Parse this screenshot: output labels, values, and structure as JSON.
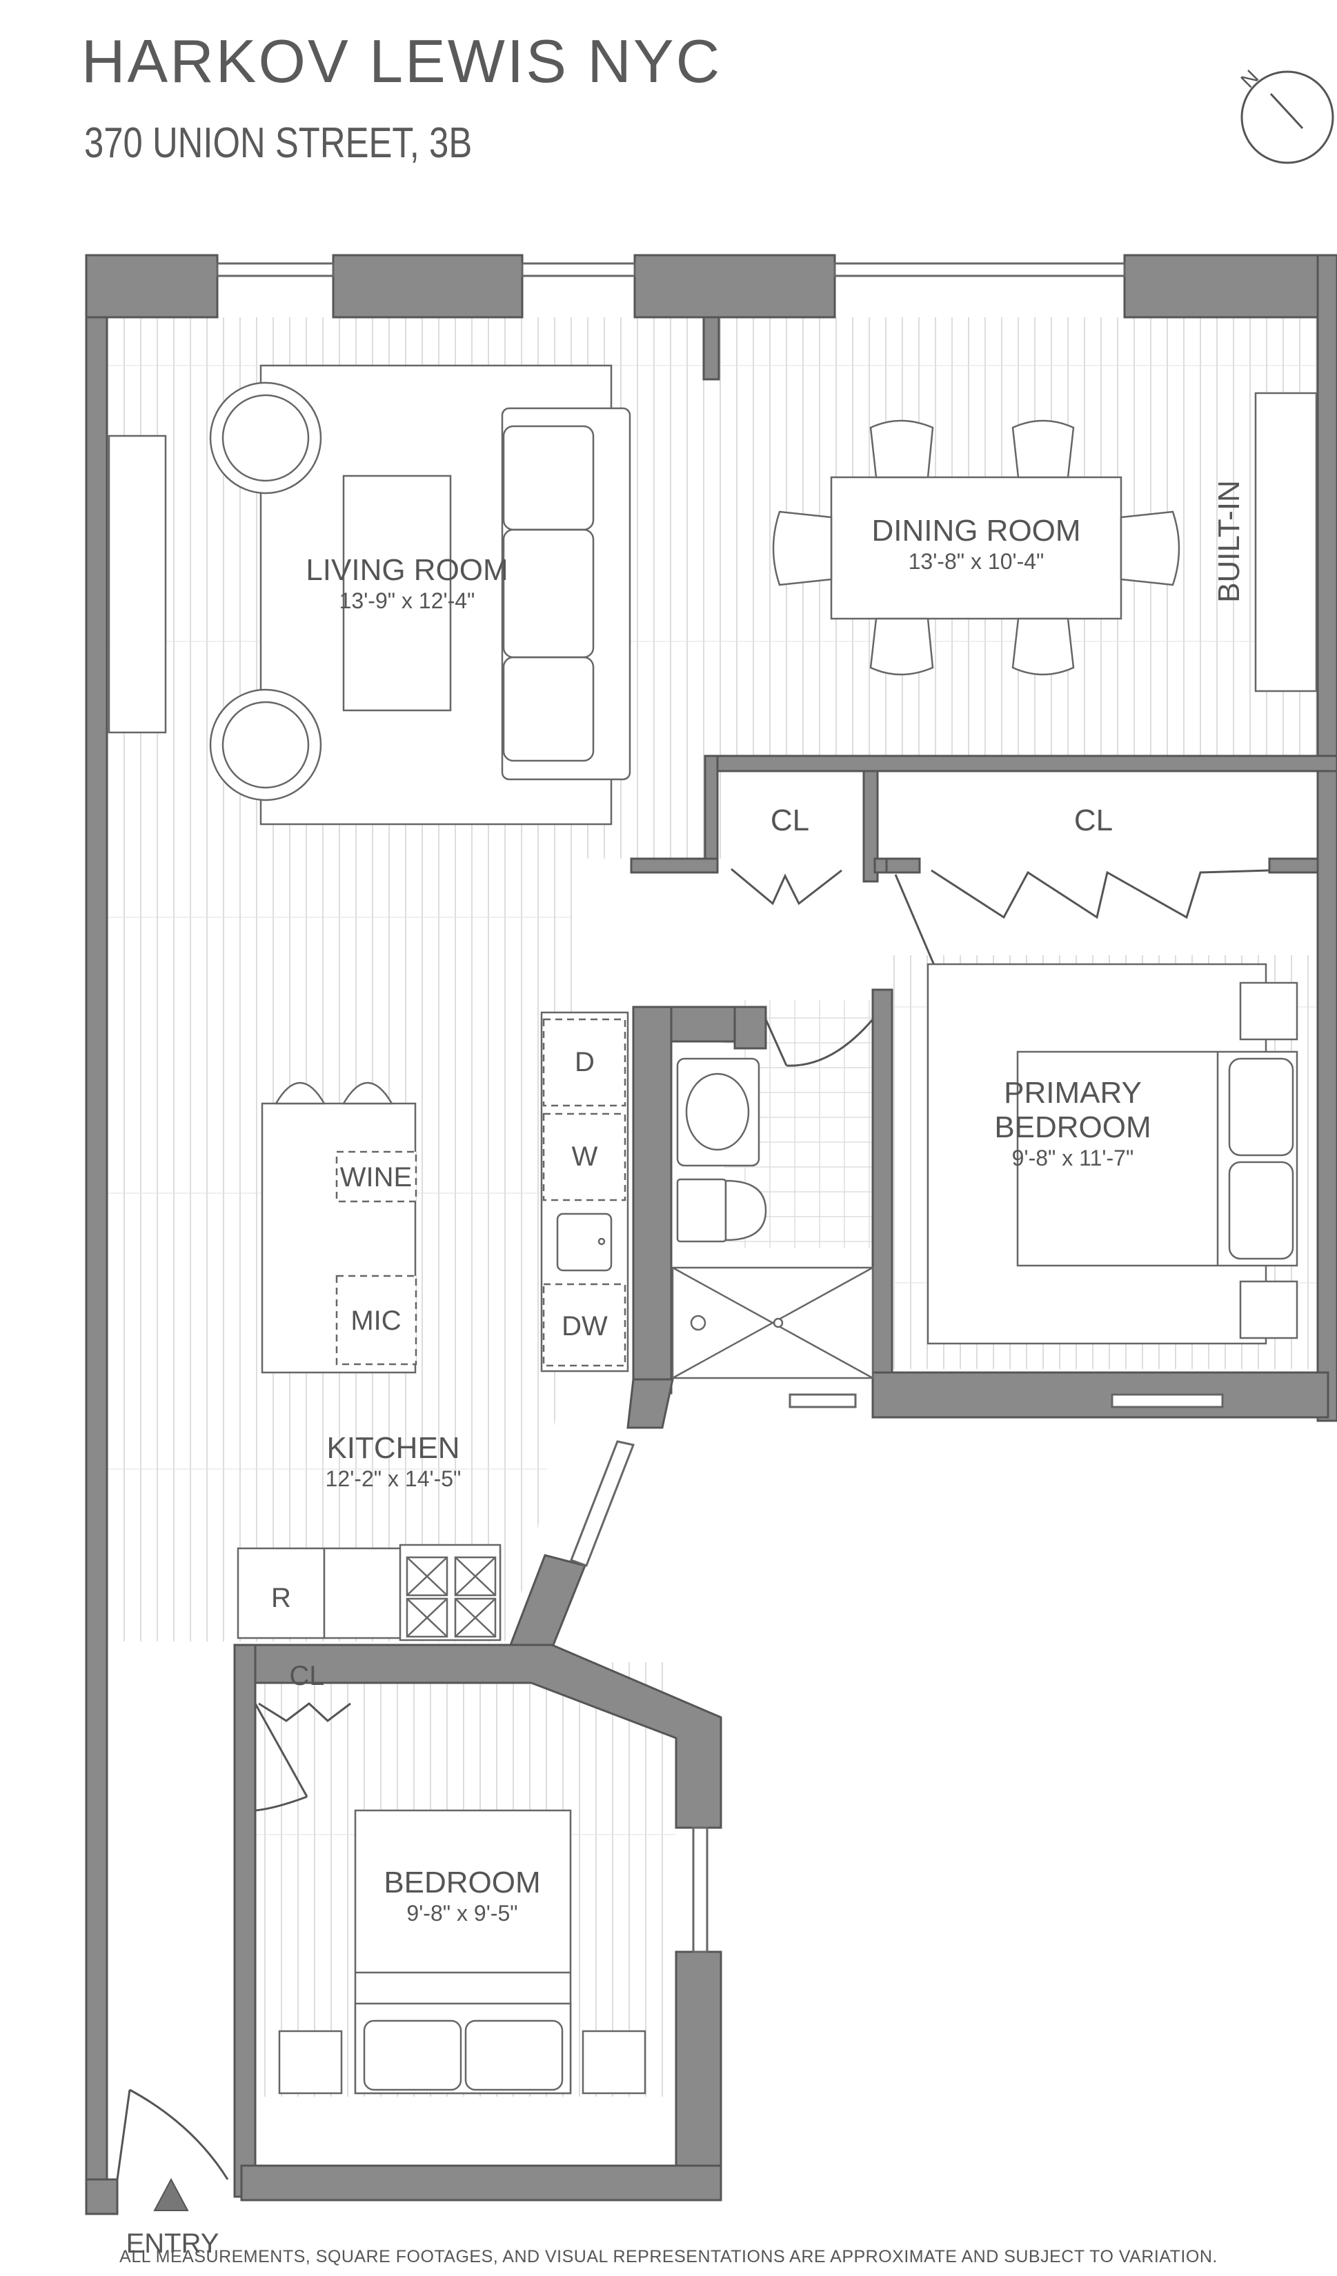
{
  "header": {
    "brand": "HARKOV LEWIS  NYC",
    "address": "370 UNION STREET, 3B",
    "compass_label": "N"
  },
  "rooms": {
    "living": {
      "name": "LIVING ROOM",
      "dims": "13'-9\" x 12'-4\""
    },
    "dining": {
      "name": "DINING ROOM",
      "dims": "13'-8\" x 10'-4\""
    },
    "primary": {
      "name_line1": "PRIMARY",
      "name_line2": "BEDROOM",
      "dims": "9'-8\" x 11'-7\""
    },
    "kitchen": {
      "name": "KITCHEN",
      "dims": "12'-2\" x 14'-5\""
    },
    "bedroom": {
      "name": "BEDROOM",
      "dims": "9'-8\" x 9'-5\""
    }
  },
  "fixtures": {
    "built_in": "BUILT-IN",
    "closet_1": "CL",
    "closet_2": "CL",
    "closet_3": "CL",
    "dryer": "D",
    "washer": "W",
    "dishwasher": "DW",
    "wine": "WINE",
    "microwave": "MIC",
    "refrigerator": "R"
  },
  "entry_label": "ENTRY",
  "disclaimer": "ALL MEASUREMENTS, SQUARE FOOTAGES, AND VISUAL REPRESENTATIONS ARE APPROXIMATE AND SUBJECT TO VARIATION.",
  "colors": {
    "wall": "#8a8a8a",
    "wall_stroke": "#555555",
    "floor_line": "#cfcfcf",
    "line": "#666666"
  }
}
